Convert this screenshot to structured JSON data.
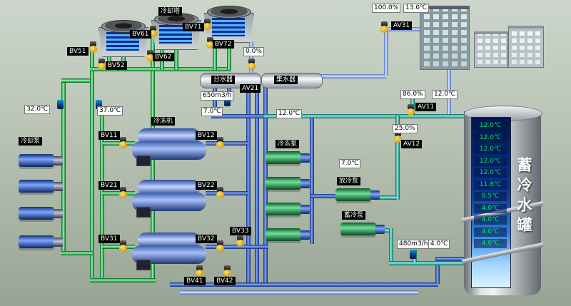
{
  "equipment_labels": {
    "cooling_tower": "冷却塔",
    "cooling_pump": "冷却泵",
    "chiller": "冷冻机",
    "chilled_water_pump": "冷冻泵",
    "discharge_pump": "放冷泵",
    "charge_pump": "蓄冷泵",
    "distributor": "分水器",
    "collector": "集水器"
  },
  "valves": {
    "BV11": "BV11",
    "BV12": "BV12",
    "BV21": "BV21",
    "BV22": "BV22",
    "BV31": "BV31",
    "BV32": "BV32",
    "BV33": "BV33",
    "BV41": "BV41",
    "BV42": "BV42",
    "BV51": "BV51",
    "BV52": "BV52",
    "BV61": "BV61",
    "BV62": "BV62",
    "BV71": "BV71",
    "BV72": "BV72",
    "AV11": "AV11",
    "AV12": "AV12",
    "AV21": "AV21",
    "AV31": "AV31"
  },
  "readings": {
    "cooling_supply_temp": "32.0℃",
    "cooling_return_temp": "37.0℃",
    "av31_opening": "100.0%",
    "av31_temp": "13.0℃",
    "av21_opening": "0.0%",
    "main_flow": "650m3/h",
    "chilled_supply_temp": "7.0℃",
    "chilled_return_temp": "12.0℃",
    "av11_opening": "86.0%",
    "av11_temp": "12.0℃",
    "av12_opening": "25.0%",
    "discharge_temp": "7.0℃",
    "tank_flow": "480m3/h",
    "tank_outlet_temp": "4.0℃"
  },
  "tank": {
    "title": "蓄冷水罐",
    "temps": [
      "12.0℃",
      "12.0℃",
      "12.0℃",
      "12.0℃",
      "12.0℃",
      "11.8℃",
      "8.5℃",
      "4.0℃",
      "4.0℃",
      "4.0℃",
      "4.0℃"
    ]
  }
}
